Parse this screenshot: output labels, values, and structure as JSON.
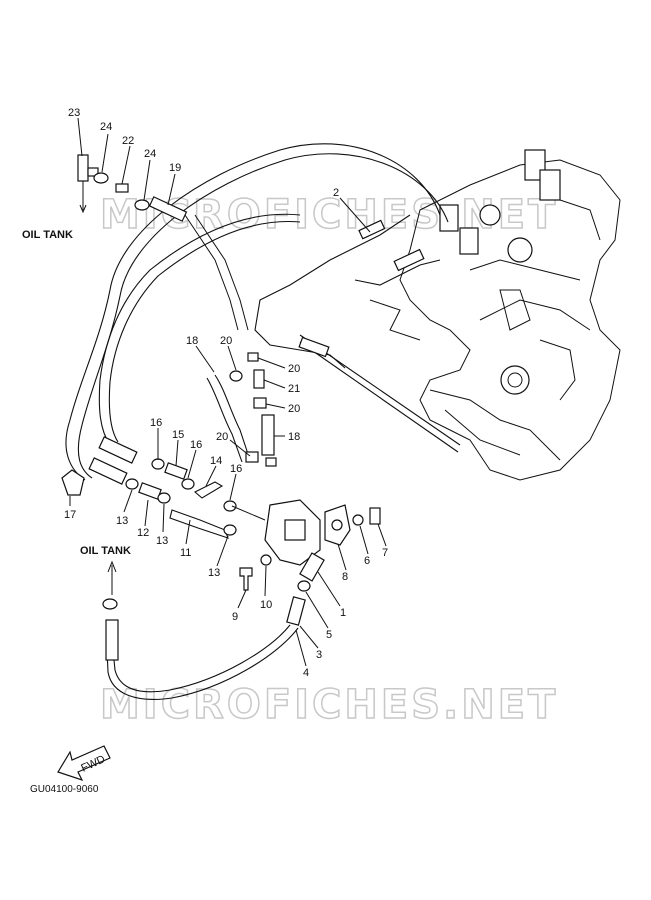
{
  "watermark": "MICROFICHES.NET",
  "oil_tank_labels": [
    "OIL TANK",
    "OIL TANK"
  ],
  "fwd_label": "FWD",
  "diagram_code": "GU04100-9060",
  "callouts": [
    {
      "id": "c23",
      "text": "23"
    },
    {
      "id": "c24a",
      "text": "24"
    },
    {
      "id": "c22",
      "text": "22"
    },
    {
      "id": "c24b",
      "text": "24"
    },
    {
      "id": "c19",
      "text": "19"
    },
    {
      "id": "c2",
      "text": "2"
    },
    {
      "id": "c18a",
      "text": "18"
    },
    {
      "id": "c20a",
      "text": "20"
    },
    {
      "id": "c20b",
      "text": "20"
    },
    {
      "id": "c21",
      "text": "21"
    },
    {
      "id": "c20c",
      "text": "20"
    },
    {
      "id": "c18b",
      "text": "18"
    },
    {
      "id": "c20d",
      "text": "20"
    },
    {
      "id": "c16a",
      "text": "16"
    },
    {
      "id": "c15",
      "text": "15"
    },
    {
      "id": "c16b",
      "text": "16"
    },
    {
      "id": "c14",
      "text": "14"
    },
    {
      "id": "c16c",
      "text": "16"
    },
    {
      "id": "c17",
      "text": "17"
    },
    {
      "id": "c13a",
      "text": "13"
    },
    {
      "id": "c12",
      "text": "12"
    },
    {
      "id": "c13b",
      "text": "13"
    },
    {
      "id": "c11",
      "text": "11"
    },
    {
      "id": "c13c",
      "text": "13"
    },
    {
      "id": "c9",
      "text": "9"
    },
    {
      "id": "c10",
      "text": "10"
    },
    {
      "id": "c8",
      "text": "8"
    },
    {
      "id": "c6",
      "text": "6"
    },
    {
      "id": "c7",
      "text": "7"
    },
    {
      "id": "c1",
      "text": "1"
    },
    {
      "id": "c5",
      "text": "5"
    },
    {
      "id": "c3",
      "text": "3"
    },
    {
      "id": "c4",
      "text": "4"
    }
  ]
}
